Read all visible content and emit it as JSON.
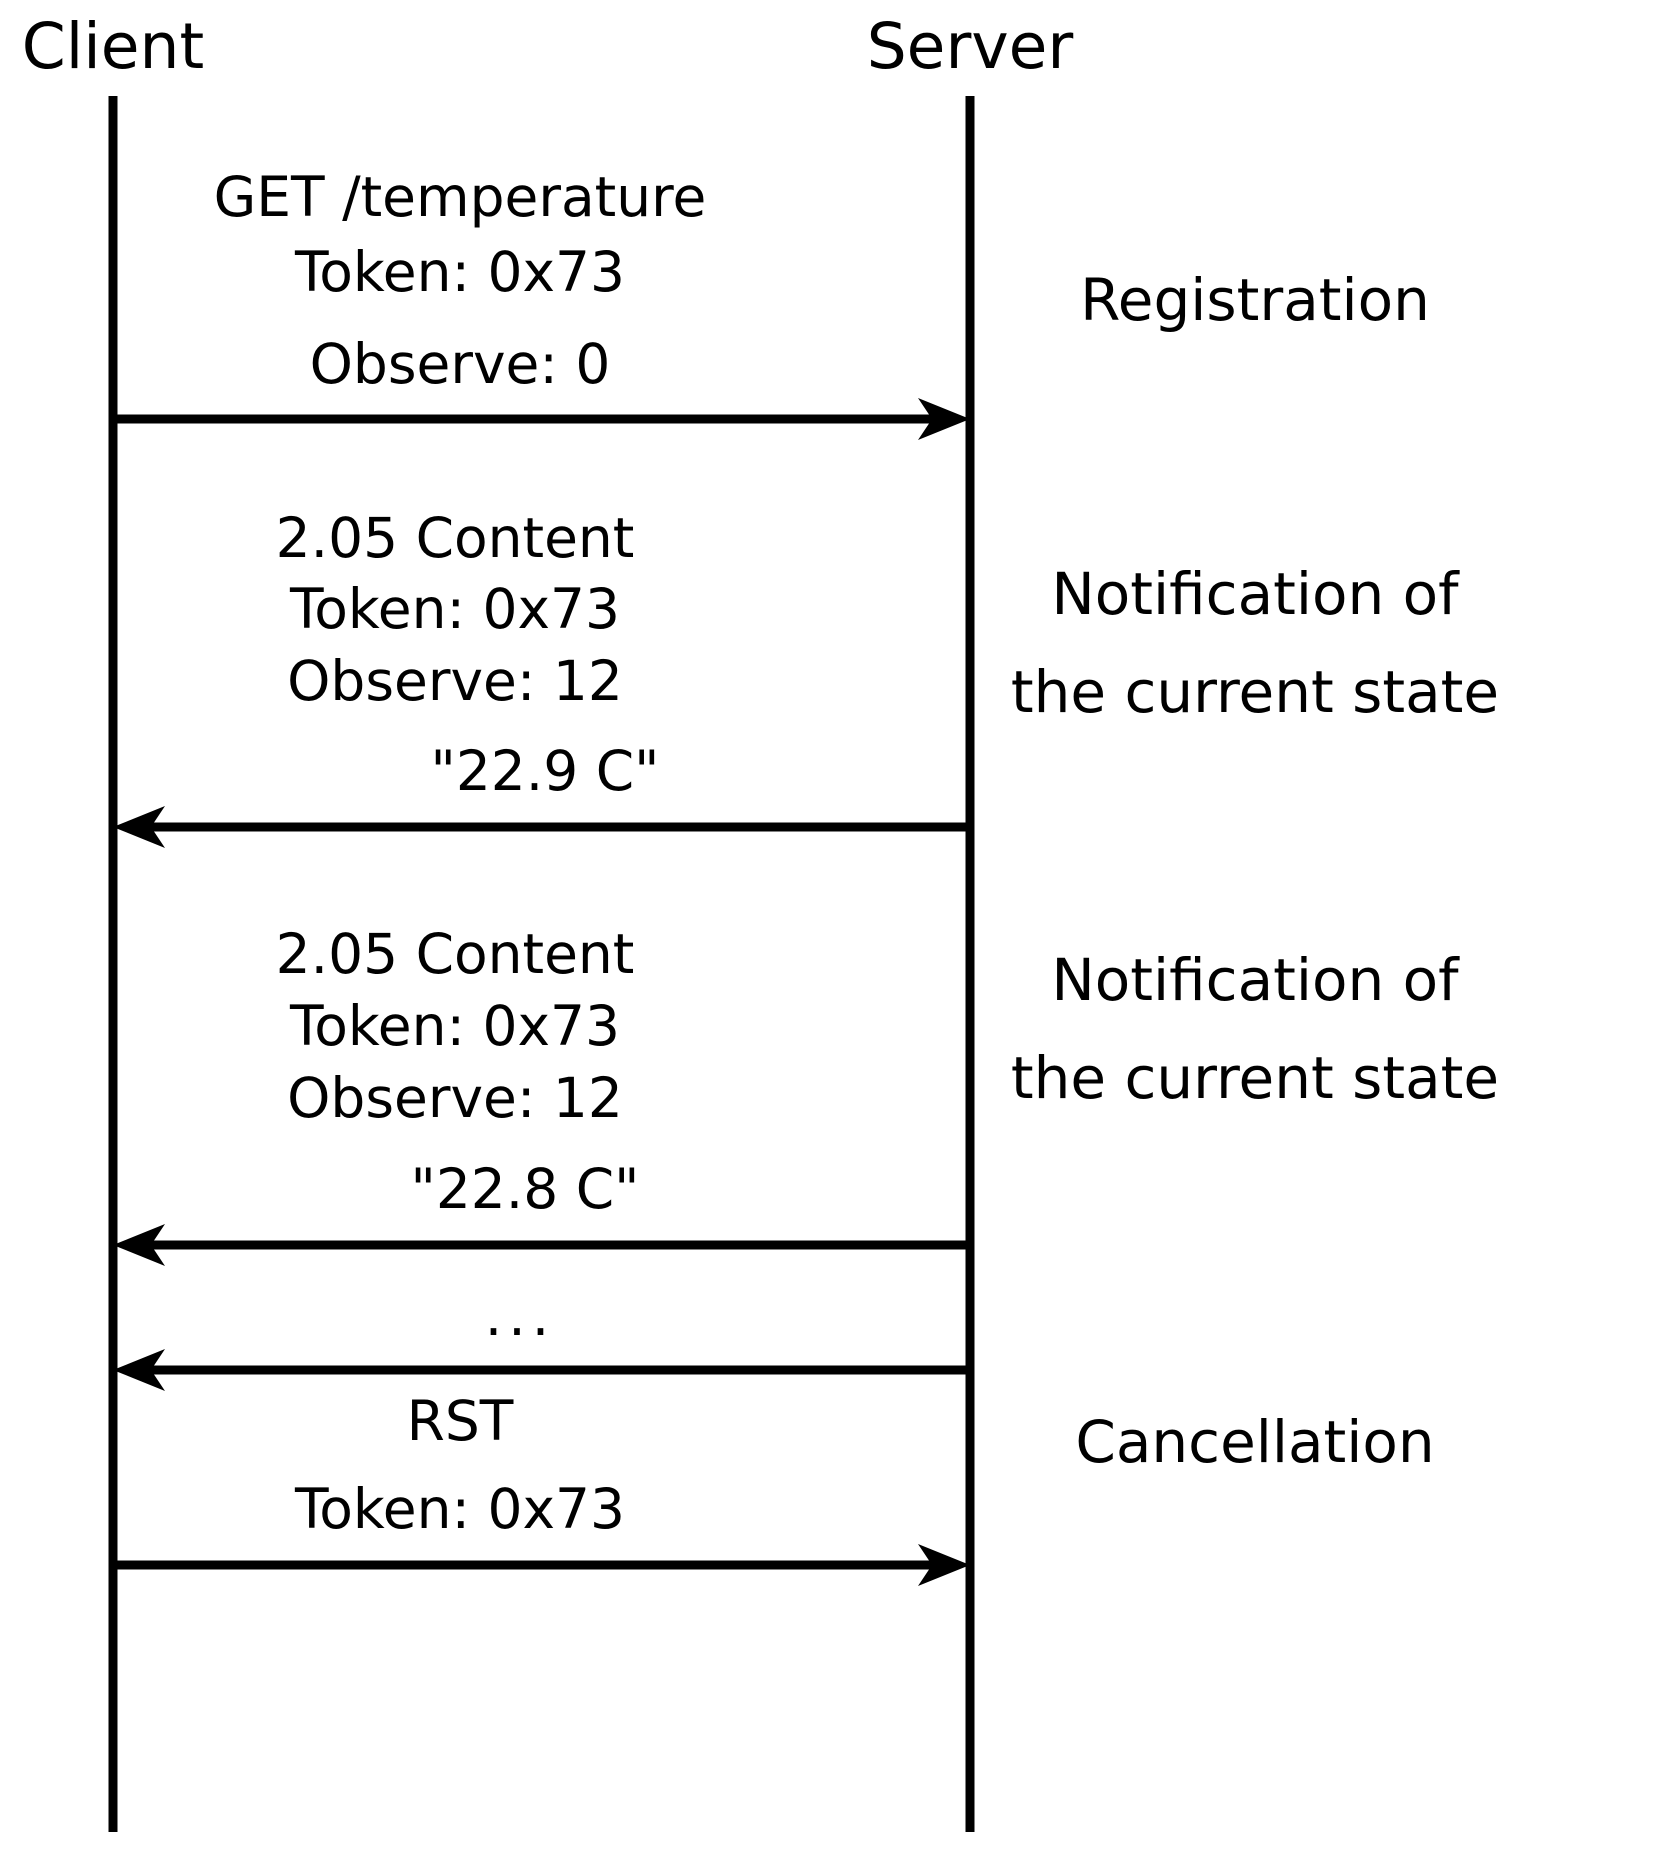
{
  "diagram": {
    "title_client": "Client",
    "title_server": "Server",
    "ellipsis": "...",
    "colors": {
      "line": "#000000",
      "background": "#ffffff",
      "text": "#000000"
    },
    "actors": [
      {
        "name": "client",
        "label": "Client"
      },
      {
        "name": "server",
        "label": "Server"
      }
    ],
    "messages": [
      {
        "id": "registration",
        "direction": "client-to-server",
        "lines": [
          "GET /temperature",
          "Token: 0x73",
          "Observe: 0"
        ],
        "annotation": [
          "Registration"
        ]
      },
      {
        "id": "notification-1",
        "direction": "server-to-client",
        "lines": [
          "2.05 Content",
          "Token: 0x73",
          "Observe: 12",
          "\"22.9 C\""
        ],
        "annotation": [
          "Notification of",
          "the current state"
        ]
      },
      {
        "id": "notification-2",
        "direction": "server-to-client",
        "lines": [
          "2.05 Content",
          "Token: 0x73",
          "Observe: 12",
          "\"22.8 C\""
        ],
        "annotation": [
          "Notification of",
          "the current state"
        ]
      },
      {
        "id": "notification-more",
        "direction": "server-to-client",
        "lines": [
          "..."
        ],
        "annotation": []
      },
      {
        "id": "cancellation",
        "direction": "client-to-server",
        "lines": [
          "RST",
          "Token: 0x73"
        ],
        "annotation": [
          "Cancellation"
        ]
      }
    ],
    "labels": {
      "get_temperature": "GET /temperature",
      "token_73": "Token: 0x73",
      "observe_0": "Observe: 0",
      "content_205": "2.05 Content",
      "observe_12": "Observe: 12",
      "value_229": "\"22.9 C\"",
      "value_228": "\"22.8 C\"",
      "rst": "RST",
      "registration": "Registration",
      "notification_line1": "Notification of",
      "notification_line2": "the current state",
      "cancellation": "Cancellation"
    }
  }
}
